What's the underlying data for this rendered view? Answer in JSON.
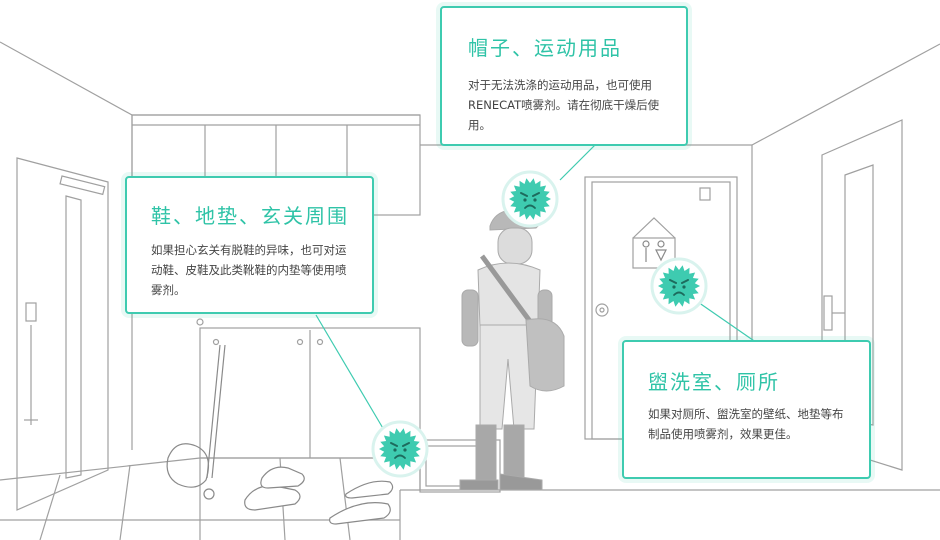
{
  "cards": {
    "hats": {
      "title": "帽子、运动用品",
      "body": "对于无法洗涤的运动用品，也可使用RENECAT喷雾剂。请在彻底干燥后使用。"
    },
    "shoes": {
      "title": "鞋、地垫、玄关周围",
      "body": "如果担心玄关有脱鞋的异味，也可对运动鞋、皮鞋及此类靴鞋的内垫等使用喷雾剂。"
    },
    "bathroom": {
      "title": "盥洗室、厕所",
      "body": "如果对厕所、盥洗室的壁纸、地垫等布制品使用喷雾剂，效果更佳。"
    }
  },
  "icons": [
    "germ-icon",
    "germ-icon",
    "germ-icon",
    "toilet-sign-icon",
    "baseball-glove-icon",
    "baseball-bat-icon",
    "shoe-icon"
  ],
  "colors": {
    "accent": "#3ecbb0",
    "line": "#9a9a9a",
    "figure": "#c8c8c8"
  }
}
